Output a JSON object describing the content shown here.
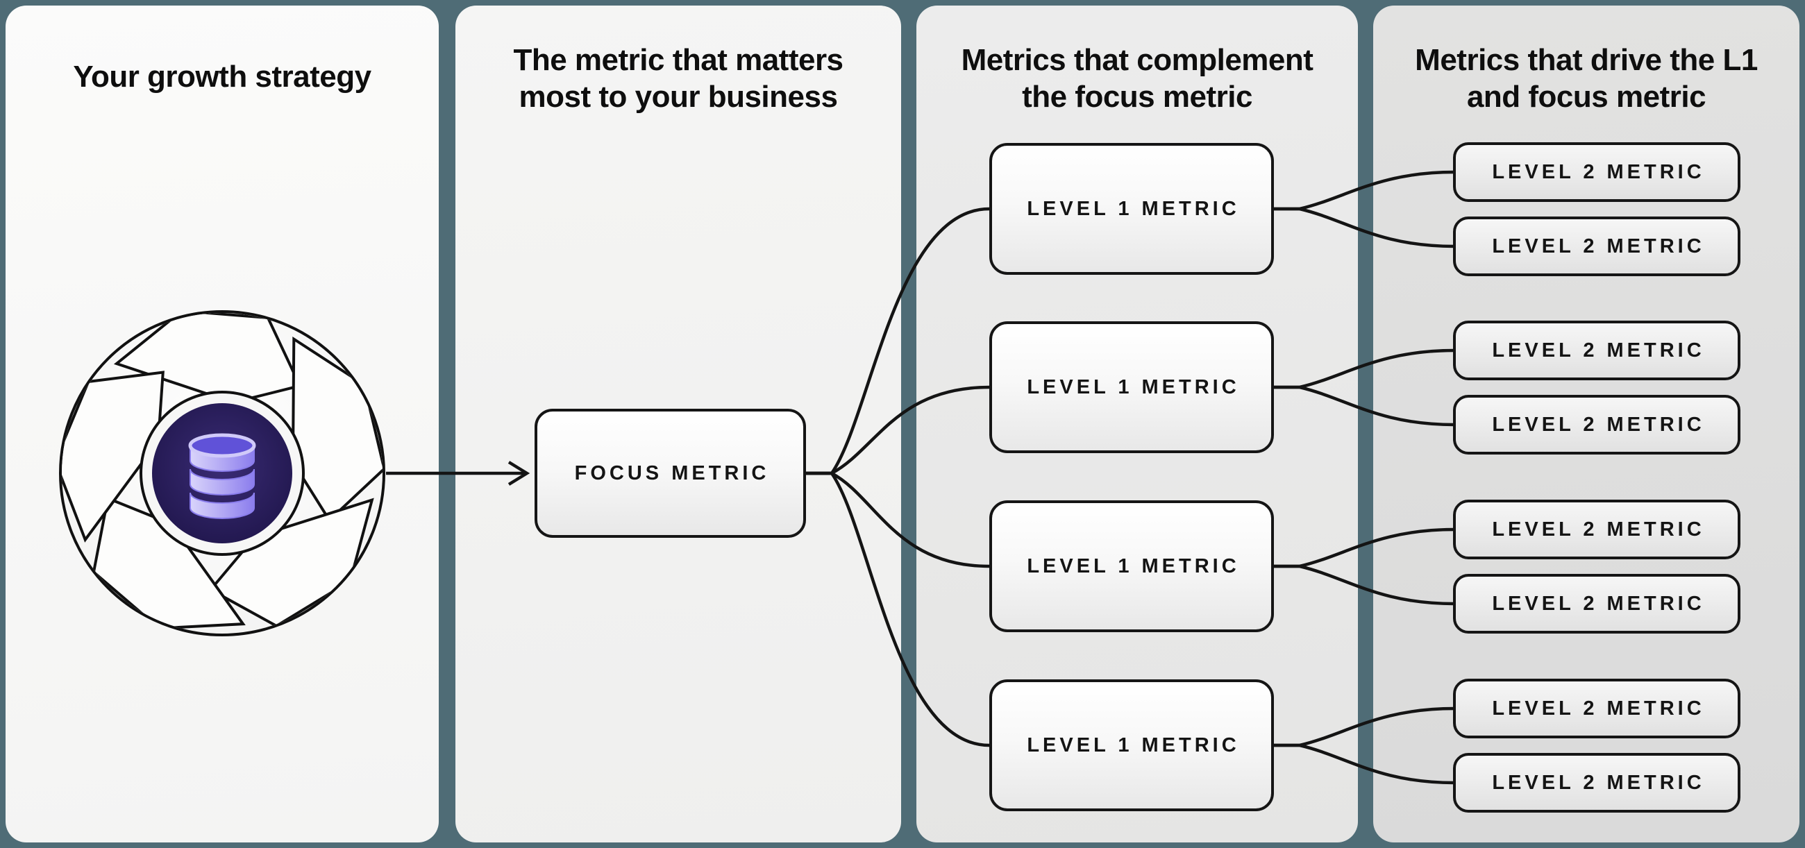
{
  "diagram_title": "Growth strategy metrics tree",
  "colors": {
    "background": "#4f6c76",
    "stroke": "#141414",
    "panel1_bg": "#f8f8f7",
    "panel2_bg": "#f2f2f1",
    "panel3_bg": "#e9e9e8",
    "panel4_bg": "#dedede",
    "core_purple": "#241a52",
    "database_light": "#d6d0fa",
    "database_mid": "#a79cf0",
    "database_dark": "#6052d8"
  },
  "panels": [
    {
      "title_line1": "Your growth strategy",
      "title_line2": ""
    },
    {
      "title_line1": "The metric that matters",
      "title_line2": "most to your business"
    },
    {
      "title_line1": "Metrics that complement",
      "title_line2": "the focus metric"
    },
    {
      "title_line1": "Metrics that drive the L1",
      "title_line2": "and focus metric"
    }
  ],
  "nodes": {
    "focus": "FOCUS METRIC",
    "l1": [
      "LEVEL 1 METRIC",
      "LEVEL 1 METRIC",
      "LEVEL 1 METRIC",
      "LEVEL 1 METRIC"
    ],
    "l2": [
      "LEVEL 2 METRIC",
      "LEVEL 2 METRIC",
      "LEVEL 2 METRIC",
      "LEVEL 2 METRIC",
      "LEVEL 2 METRIC",
      "LEVEL 2 METRIC",
      "LEVEL 2 METRIC",
      "LEVEL 2 METRIC"
    ]
  },
  "icons": {
    "flywheel": "growth-flywheel-icon",
    "database": "database-icon",
    "arrow": "right-arrow"
  }
}
